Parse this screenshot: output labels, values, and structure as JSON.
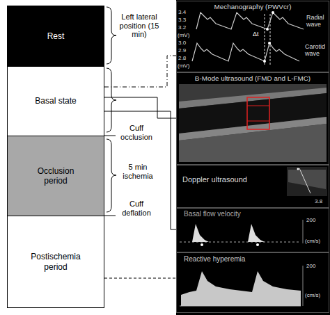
{
  "diagram": {
    "nodes": [
      {
        "text": [
          "Rest"
        ]
      },
      {
        "text": [
          "Basal state"
        ]
      },
      {
        "text": [
          "Occlusion period"
        ]
      },
      {
        "text": [
          "Postischemia period"
        ]
      },
      {
        "text": [
          "Mechanography (PWVcr)"
        ]
      },
      {
        "text": [
          "B-Mode ultrasound (FMD and L-FMC)"
        ]
      },
      {
        "text": [
          "Doppler ultrasound"
        ]
      },
      {
        "text": [
          "Basal flow velocity"
        ]
      },
      {
        "text": [
          "Reactive hyperemia"
        ]
      }
    ],
    "edges": [
      {
        "from": 1,
        "to": 4,
        "arrow": "none"
      },
      {
        "from": 1,
        "to": 5,
        "arrow": "none"
      },
      {
        "from": 1,
        "to": 7,
        "arrow": "none"
      },
      {
        "from": 3,
        "to": 8,
        "arrow": "none"
      }
    ],
    "labels": [
      "Left lateral position (15 min)",
      "Cuff occlusion",
      "5 min ischemia",
      "Cuff deflation",
      "3.4",
      "3.3",
      "3.2",
      "(mV)",
      "Radial wave",
      "Δt",
      "3.0",
      "2.9",
      "2.8",
      "(mV)",
      "Carotid wave",
      "3.8",
      "200",
      "(cm/s)",
      "200",
      "(cm/s)"
    ]
  }
}
